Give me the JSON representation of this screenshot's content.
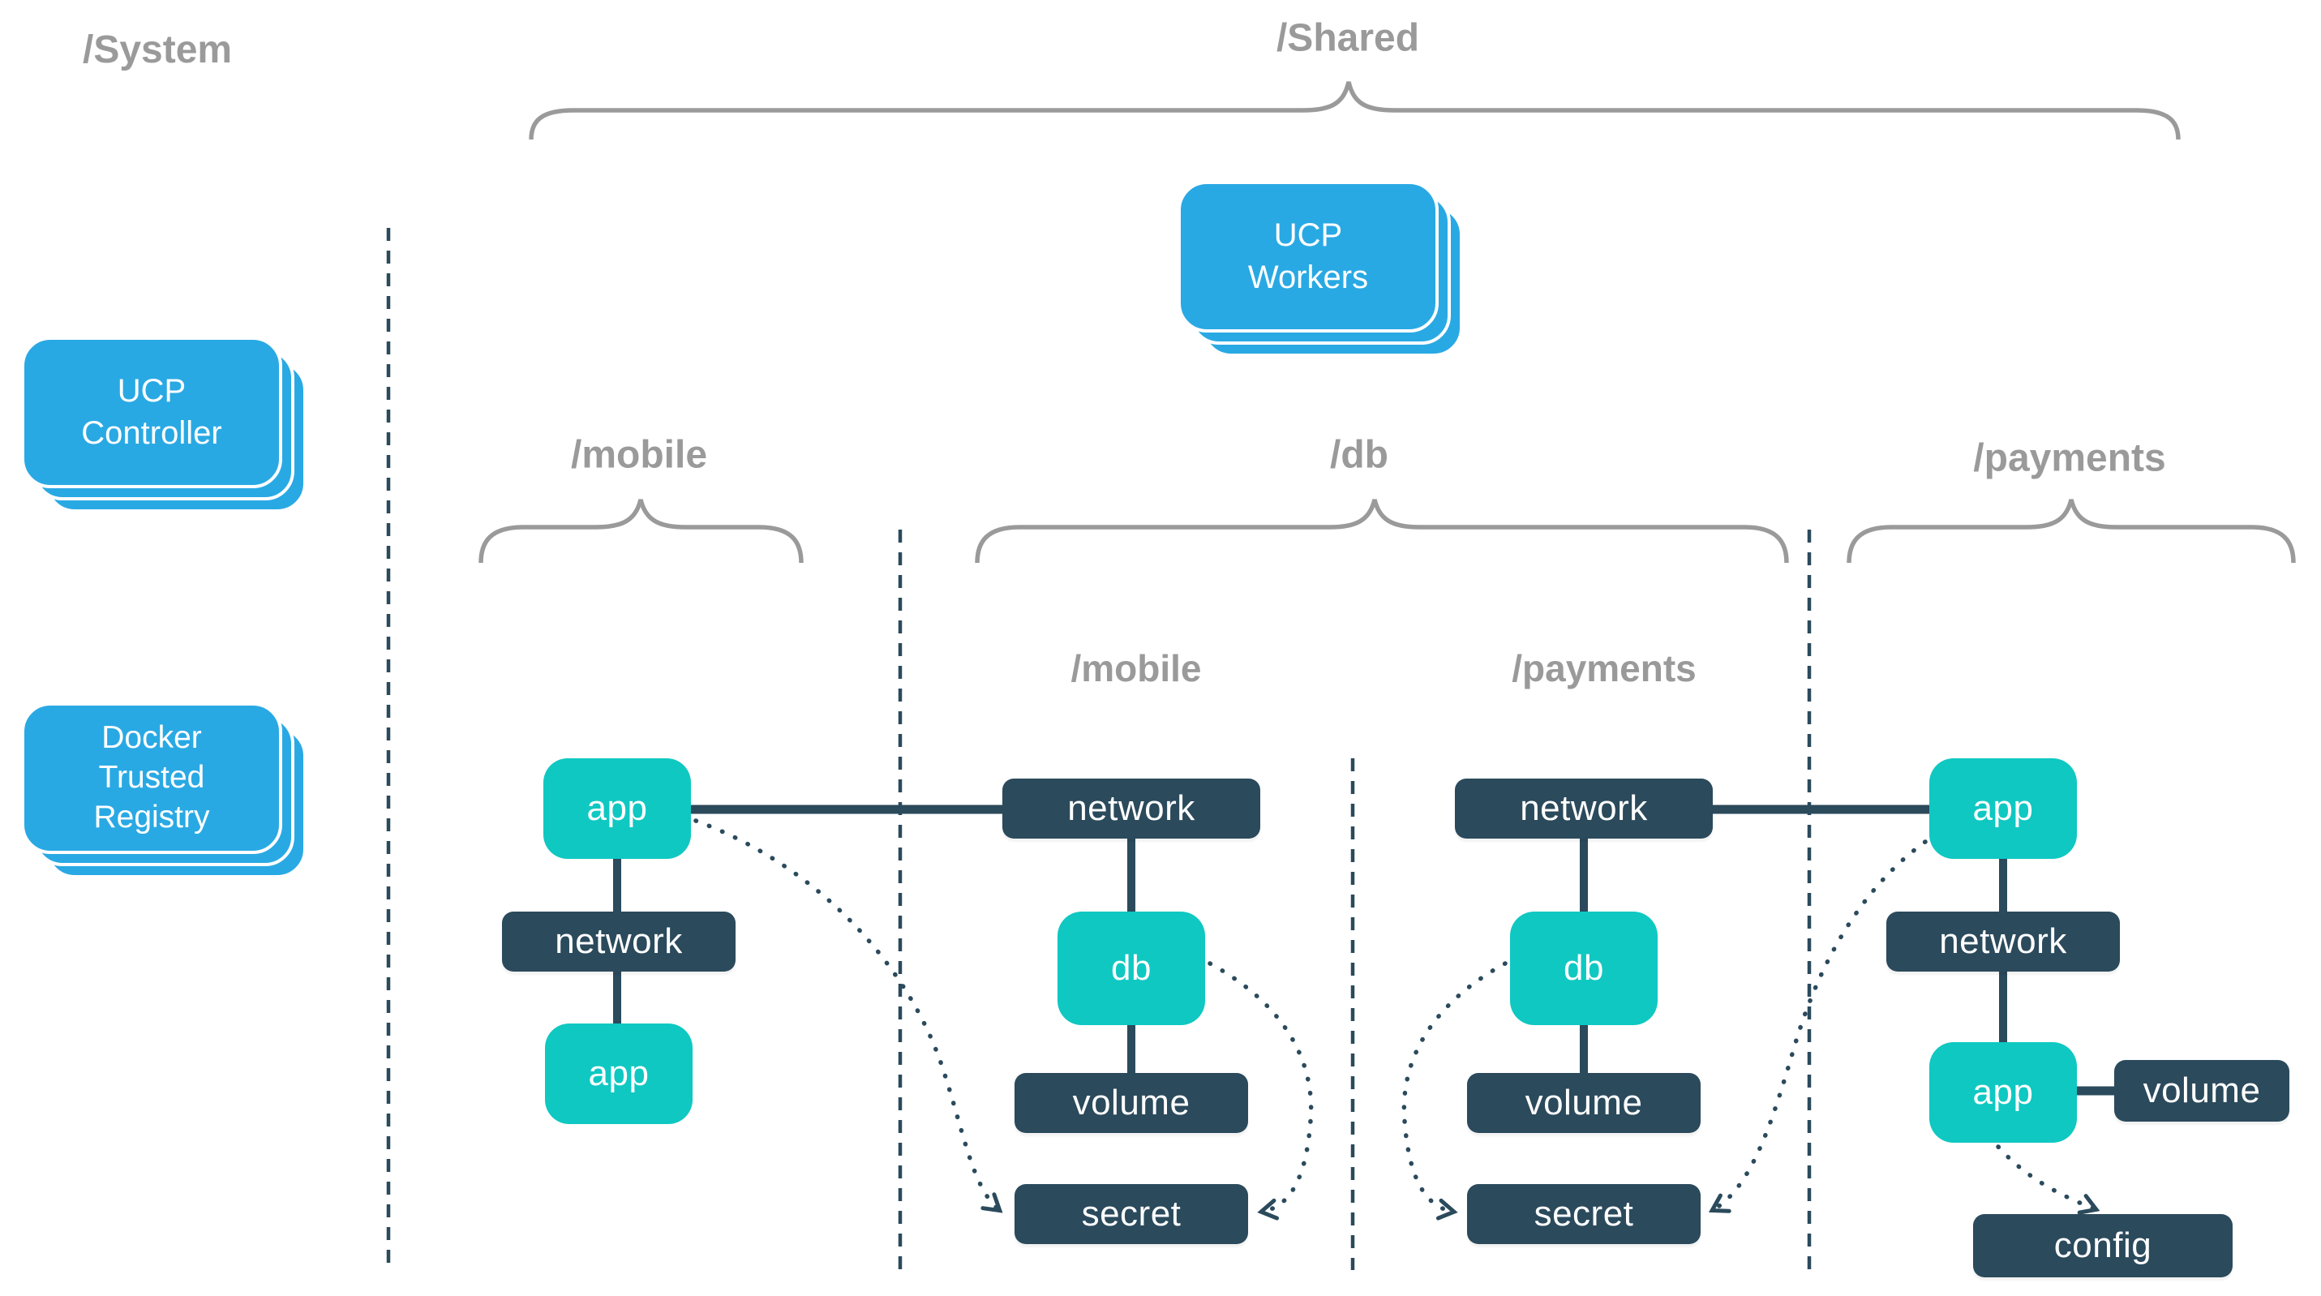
{
  "labels": {
    "system": "/System",
    "shared": "/Shared",
    "mobile": "/mobile",
    "db": "/db",
    "payments": "/payments",
    "db_sub_mobile": "/mobile",
    "db_sub_payments": "/payments"
  },
  "stacks": {
    "ucp_workers": "UCP\nWorkers",
    "ucp_controller": "UCP\nController",
    "docker_trusted_registry": "Docker\nTrusted\nRegistry"
  },
  "nodes": {
    "mobile": {
      "app1": "app",
      "network": "network",
      "app2": "app"
    },
    "db_mobile": {
      "network": "network",
      "db": "db",
      "volume": "volume",
      "secret": "secret"
    },
    "db_payments": {
      "network": "network",
      "db": "db",
      "volume": "volume",
      "secret": "secret"
    },
    "payments": {
      "app1": "app",
      "network": "network",
      "app2": "app",
      "volume": "volume",
      "config": "config"
    }
  },
  "colors": {
    "blue": "#29a9e4",
    "teal": "#0fc8c2",
    "navy": "#2b4a5c",
    "gray": "#9a9a9a"
  }
}
